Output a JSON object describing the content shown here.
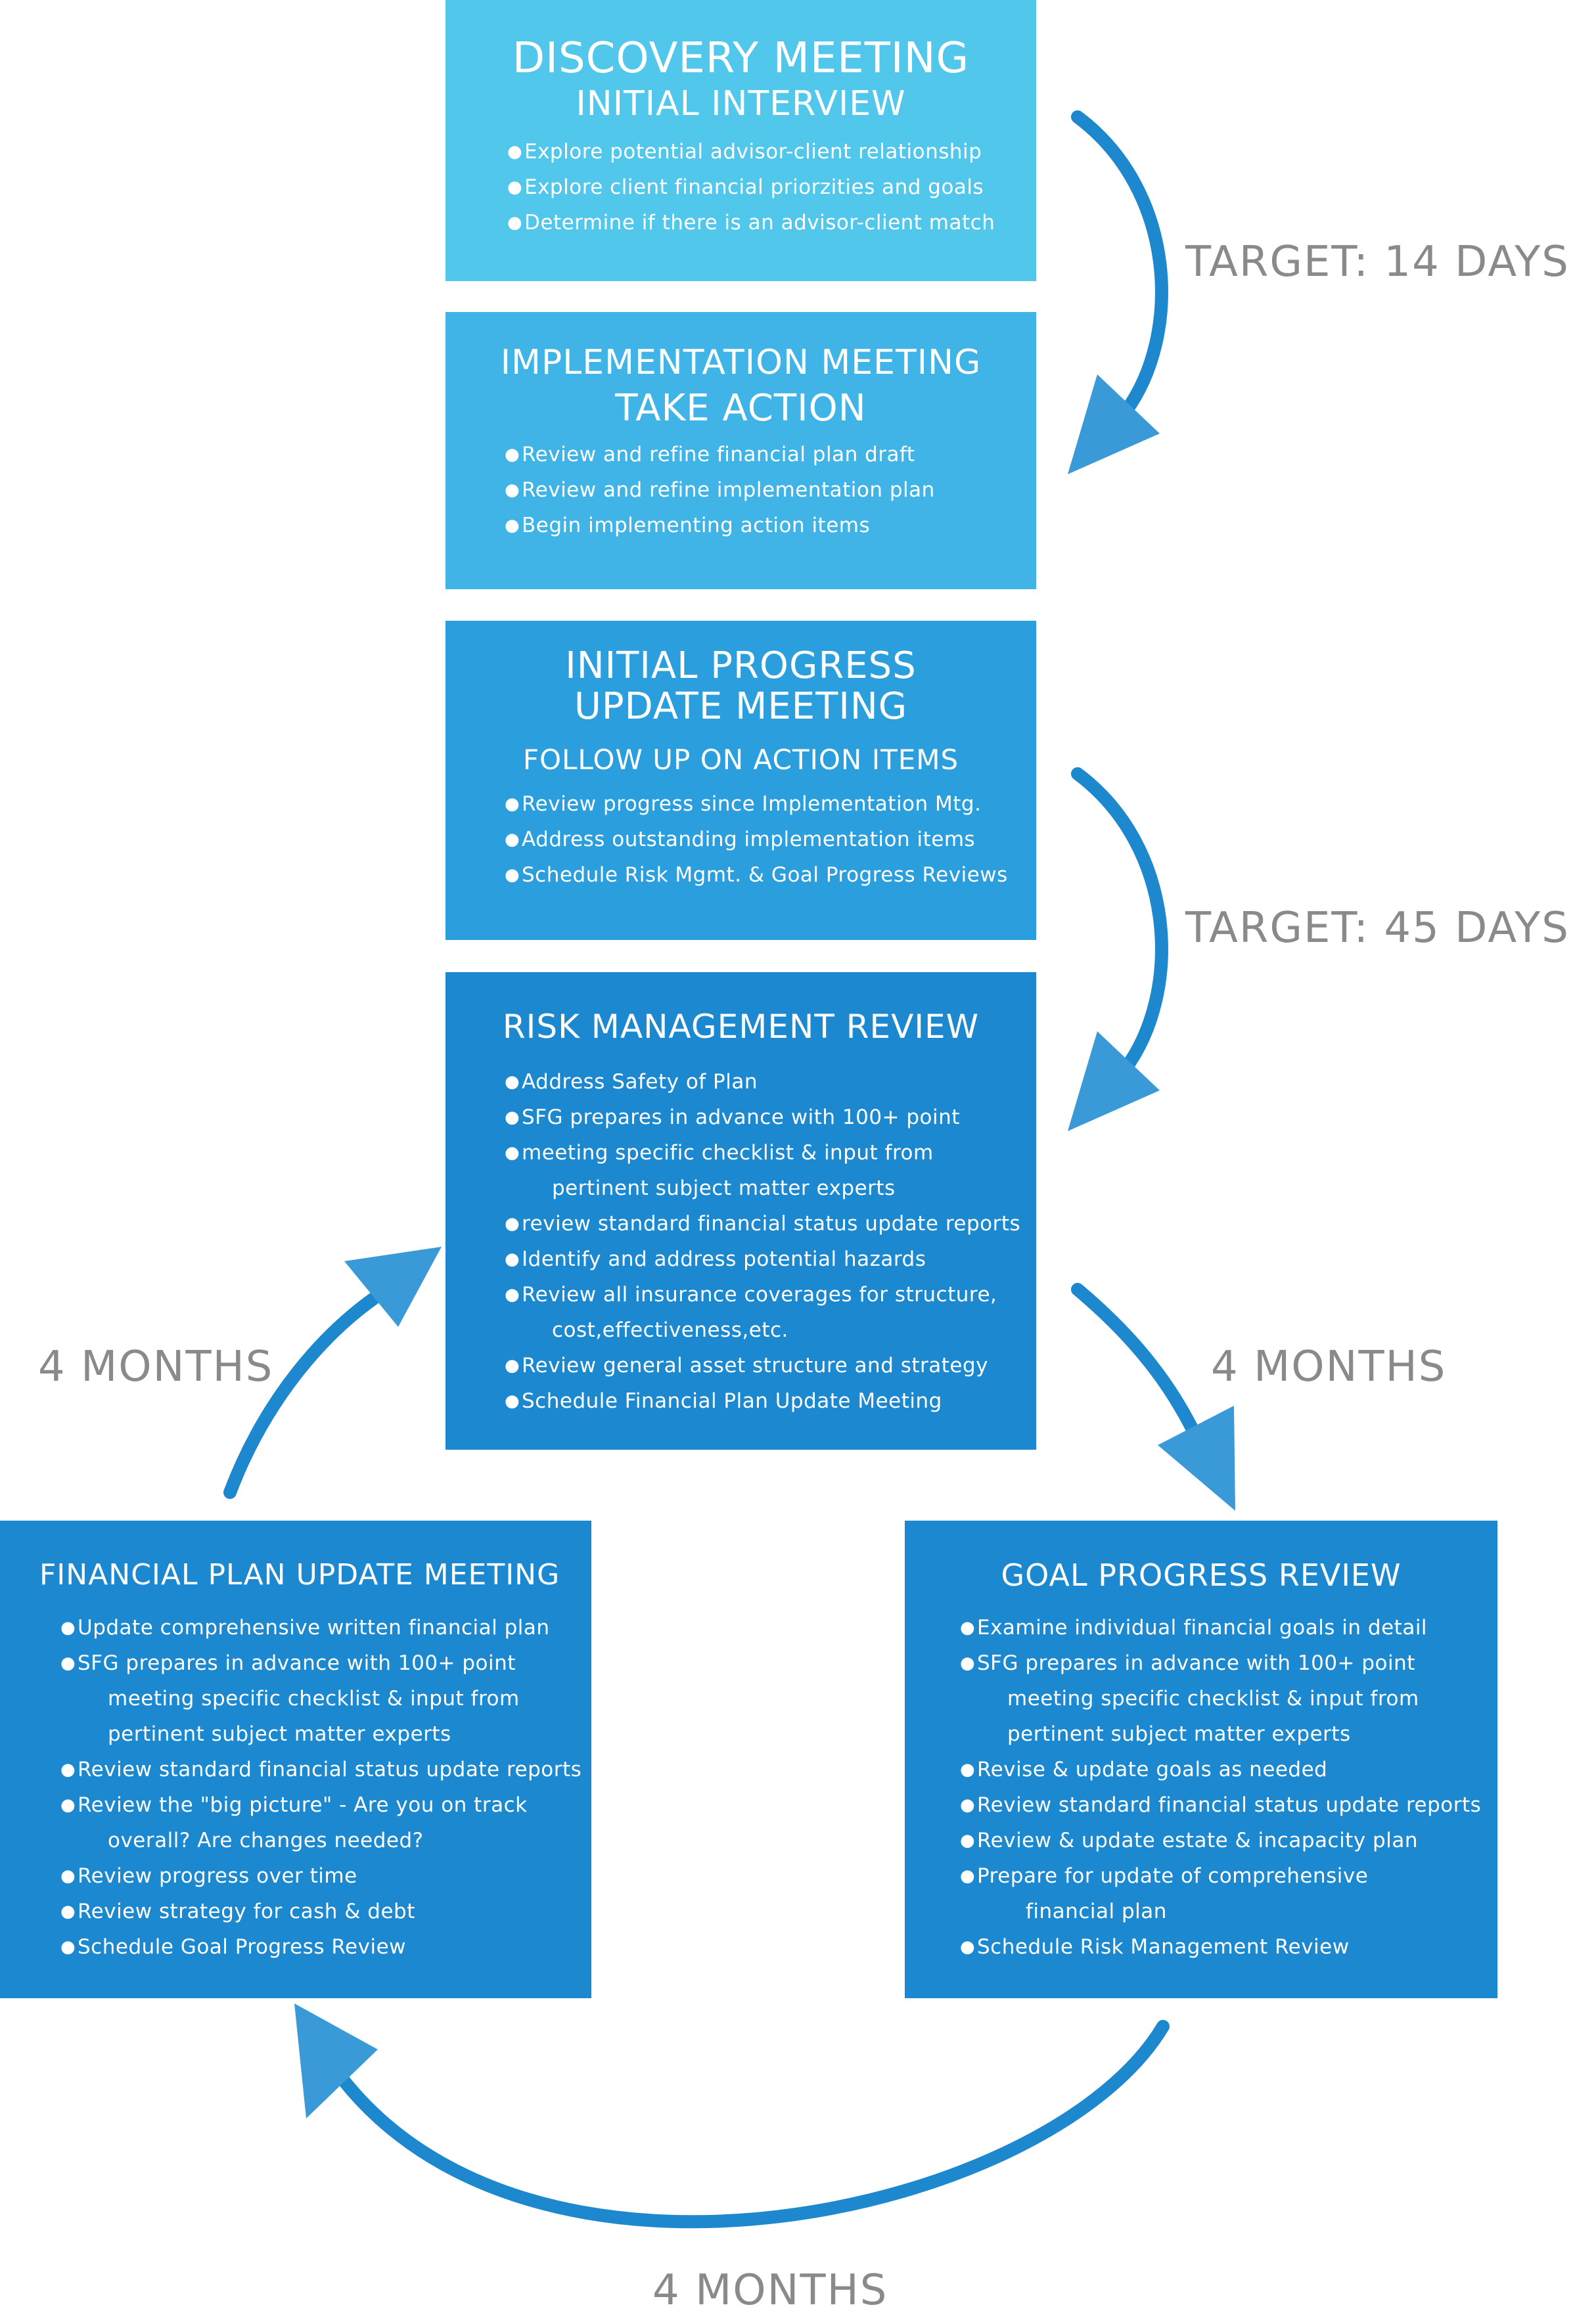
{
  "colors": {
    "discovery": "#52c7ec",
    "implementation": "#40b4e6",
    "progress": "#2b9fdd",
    "risk": "#1b88d0",
    "financial": "#1b88d0",
    "goal": "#1b88d0",
    "arrow": "#1e88cf",
    "label": "#8a8a8a"
  },
  "boxes": {
    "discovery": {
      "title": "DISCOVERY MEETING",
      "subtitle": "INITIAL INTERVIEW",
      "items": [
        "Explore potential advisor-client relationship",
        "Explore client financial priorzities and goals",
        "Determine if there is an advisor-client match"
      ]
    },
    "implementation": {
      "title": "IMPLEMENTATION MEETING",
      "subtitle": "TAKE ACTION",
      "items": [
        "Review and refine financial plan draft",
        "Review and refine implementation plan",
        "Begin implementing action items"
      ]
    },
    "progress": {
      "title_line1": "INITIAL PROGRESS",
      "title_line2": "UPDATE MEETING",
      "subtitle": "FOLLOW UP ON ACTION ITEMS",
      "items": [
        "Review progress since Implementation Mtg.",
        "Address outstanding implementation items",
        "Schedule Risk Mgmt. & Goal Progress Reviews"
      ]
    },
    "risk": {
      "title": "RISK MANAGEMENT REVIEW",
      "items": [
        "Address Safety of Plan",
        "SFG prepares in advance with 100+ point",
        "meeting specific checklist & input from",
        "pertinent subject matter experts",
        "review standard financial status update reports",
        "Identify and address potential hazards",
        "Review all insurance coverages for structure,",
        "cost,effectiveness,etc.",
        "Review general asset structure and strategy",
        "Schedule Financial Plan Update Meeting"
      ]
    },
    "financial": {
      "title": "FINANCIAL PLAN UPDATE MEETING",
      "items": [
        "Update comprehensive written financial plan",
        "SFG prepares in advance with 100+ point",
        "meeting specific checklist & input from",
        "pertinent subject matter experts",
        "Review standard financial status update reports",
        "Review the \"big picture\" - Are you on track",
        "overall? Are changes needed?",
        "Review progress over time",
        "Review strategy for cash & debt",
        "Schedule Goal Progress Review"
      ]
    },
    "goal": {
      "title": "GOAL PROGRESS REVIEW",
      "items": [
        "Examine individual financial goals in detail",
        "SFG prepares in advance with 100+ point",
        "meeting specific checklist & input from",
        "pertinent subject matter experts",
        "Revise & update goals as needed",
        "Review standard financial status update reports",
        "Review & update estate & incapacity plan",
        "Prepare for update of comprehensive",
        "financial plan",
        "Schedule Risk Management Review"
      ]
    }
  },
  "labels": {
    "target_14": "TARGET: 14 DAYS",
    "target_45": "TARGET: 45 DAYS",
    "months_left": "4 MONTHS",
    "months_right": "4 MONTHS",
    "months_bottom": "4 MONTHS"
  }
}
